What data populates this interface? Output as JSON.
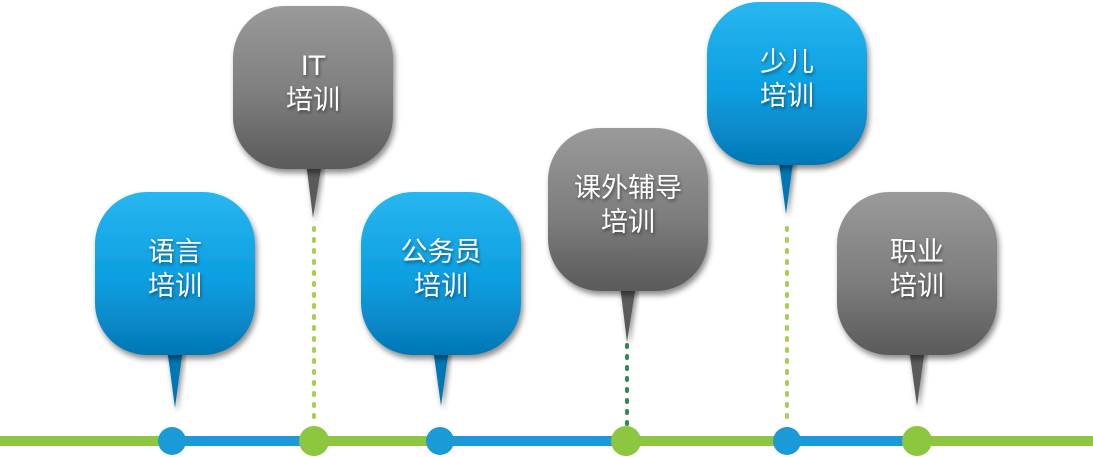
{
  "colors": {
    "blue": "#0a9ee0",
    "gray": "#7d7d7d",
    "line_green": "#8dc63f",
    "line_blue": "#1a9ad6",
    "dot_green": "#8dc63f",
    "dot_blue": "#1a9ad6",
    "dotted_light_green": "#a6d04f",
    "dotted_dark_green": "#2e8b57"
  },
  "items": [
    {
      "line1": "语言",
      "line2": "培训",
      "color": "blue"
    },
    {
      "line1": "IT",
      "line2": "培训",
      "color": "gray"
    },
    {
      "line1": "公务员",
      "line2": "培训",
      "color": "blue"
    },
    {
      "line1": "课外辅导",
      "line2": "培训",
      "color": "gray"
    },
    {
      "line1": "少儿",
      "line2": "培训",
      "color": "blue"
    },
    {
      "line1": "职业",
      "line2": "培训",
      "color": "gray"
    }
  ]
}
